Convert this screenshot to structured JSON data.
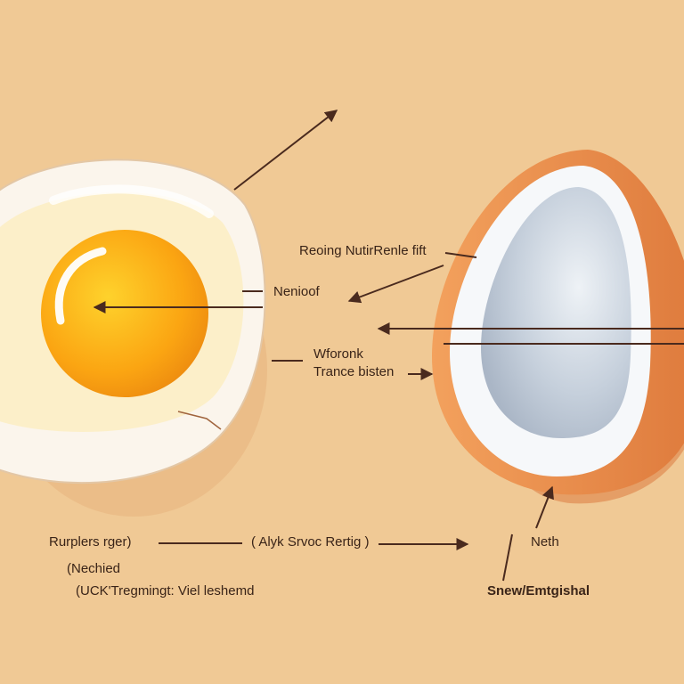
{
  "colors": {
    "background": "#f0c995",
    "yolk": "#fba512",
    "egg_white": "#fbf3e4",
    "shell_outer": "#e9874a",
    "shell_inner": "#d6dde6",
    "arrow": "#4a2a1e"
  },
  "labels": {
    "reoing": "Reoing NutirRenle fift",
    "nenioof": "Nenioof",
    "wforonk": "Wforonk",
    "trance": "Trance bisten",
    "rurplers": "Rurplers rger)",
    "alyk": "( Alyk Srvoc Rertig )",
    "nechied": "(Nechied",
    "uck": "(UCK'Tregmingt: Viel leshemd",
    "neth": "Neth",
    "snew": "Snew/Emtgishal"
  }
}
